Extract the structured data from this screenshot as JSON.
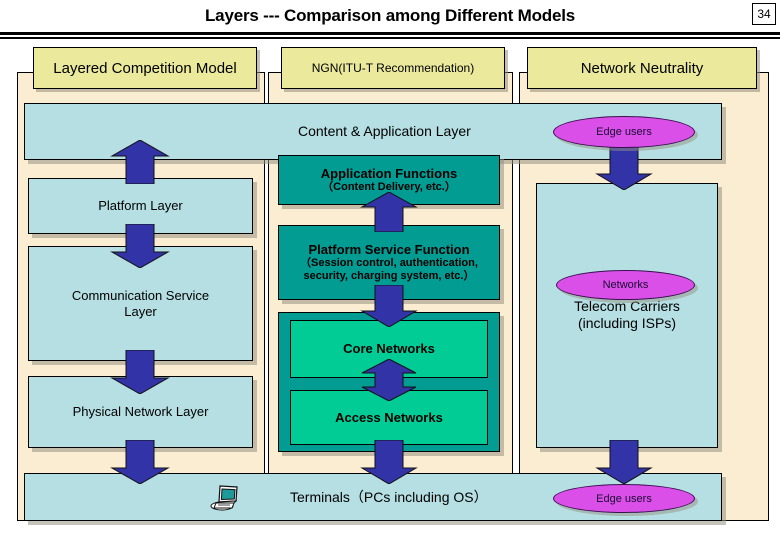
{
  "slide": {
    "title": "Layers --- Comparison among Different Models",
    "page_number": "34",
    "colors": {
      "light_blue": "#b5dfe3",
      "teal": "#029c93",
      "green": "#01cc96",
      "yellow_header": "#eae99c",
      "panel_beige": "#faedd2",
      "arrow_blue": "#3333a8",
      "ellipse_magenta": "#d94fe8"
    }
  },
  "columns": {
    "left": {
      "header": "Layered Competition Model",
      "layers": [
        {
          "label": "Platform Layer"
        },
        {
          "label": "Communication Service Layer"
        },
        {
          "label": "Physical Network Layer"
        }
      ]
    },
    "middle": {
      "header": "NGN(ITU-T Recommendation)",
      "blocks": [
        {
          "title": "Application Functions",
          "subtitle": "（Content Delivery, etc.）"
        },
        {
          "title": "Platform Service Function",
          "subtitle_1": "（Session control, authentication,",
          "subtitle_2": "security, charging system, etc.）"
        },
        {
          "title": "Core Networks"
        },
        {
          "title": "Access Networks"
        }
      ]
    },
    "right": {
      "header": "Network Neutrality",
      "top_ellipse": "Edge users",
      "middle_ellipse": "Networks",
      "carrier_line_1": "Telecom Carriers",
      "carrier_line_2": "(including ISPs)"
    }
  },
  "shared": {
    "content_application_layer": "Content & Application Layer",
    "terminals": "Terminals（PCs including OS）",
    "bottom_ellipse": "Edge users",
    "pc_icon_name": "computer-terminal-icon"
  }
}
